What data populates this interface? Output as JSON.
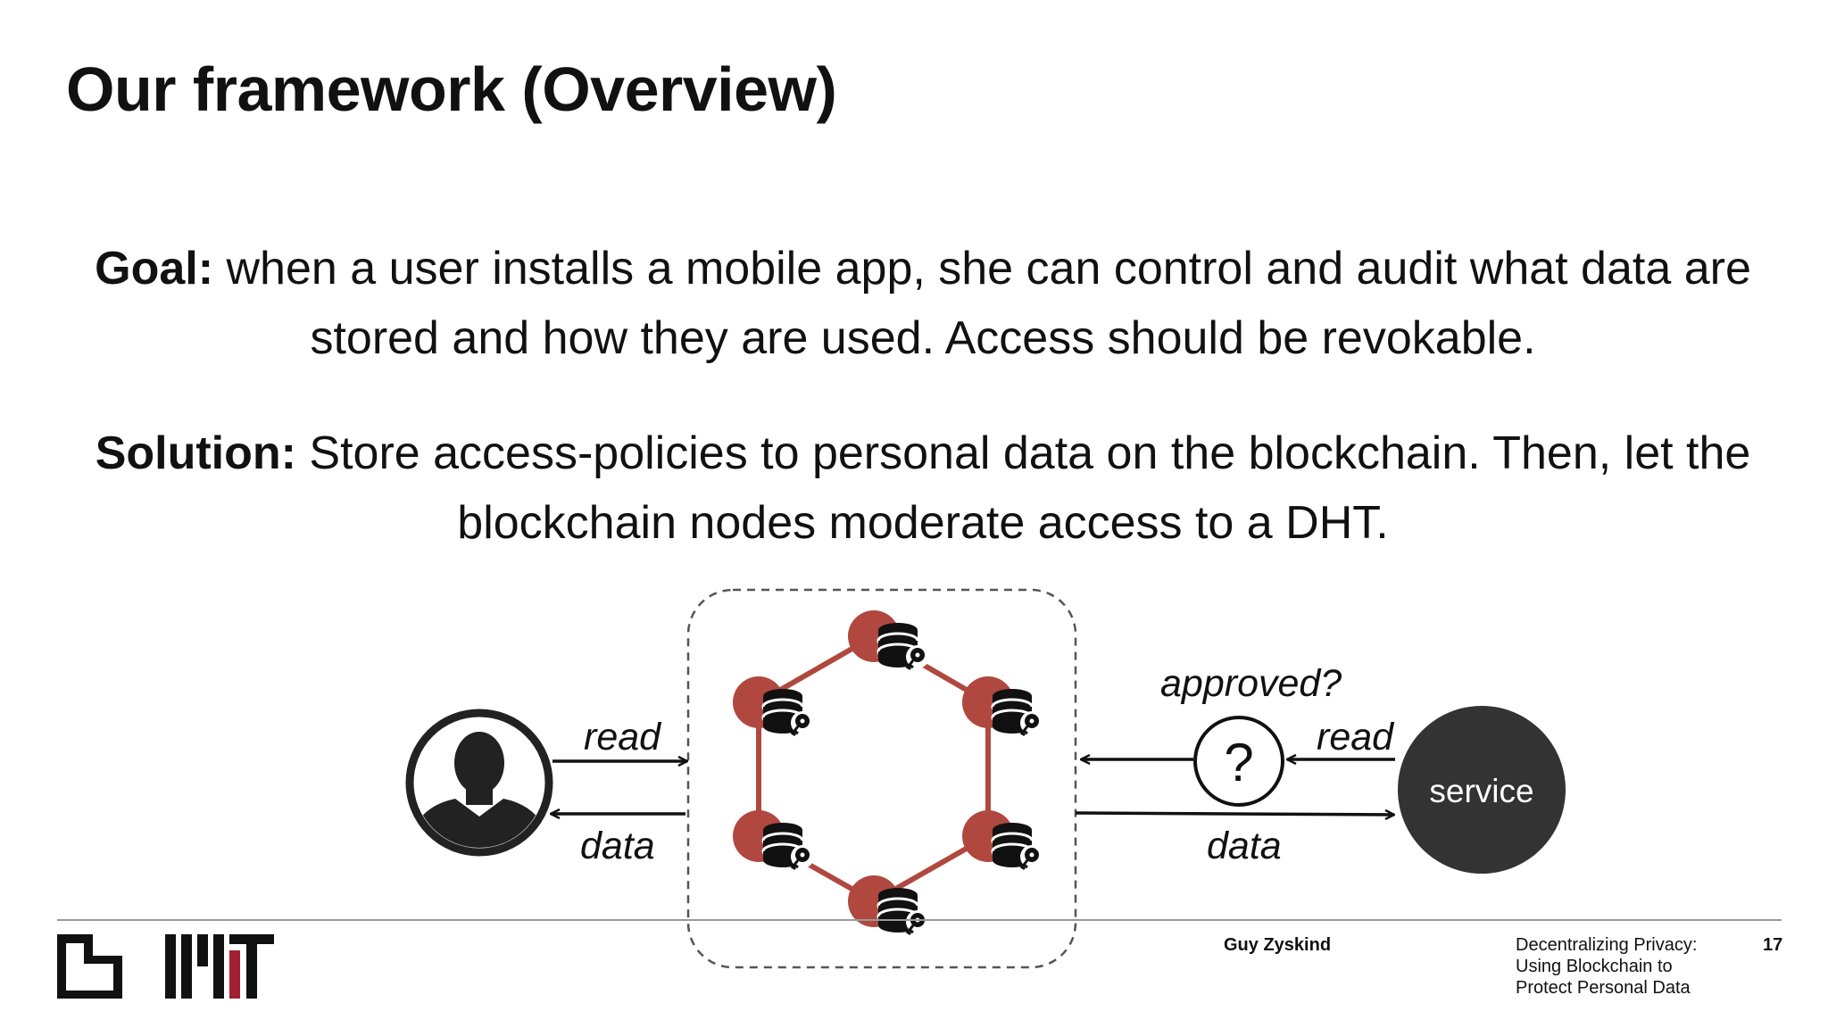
{
  "slide": {
    "title": "Our framework (Overview)",
    "goal_label": "Goal:",
    "goal_text": " when a user installs a mobile app, she can control and audit what data are stored and how they are used. Access should be revokable.",
    "solution_label": "Solution:",
    "solution_text": " Store access-policies to personal data on the blockchain. Then, let the blockchain nodes moderate access to a DHT."
  },
  "diagram": {
    "left_read": "read",
    "left_data": "data",
    "approved": "approved?",
    "question_mark": "?",
    "right_read": "read",
    "right_data": "data",
    "service": "service",
    "node_color": "#b0483f",
    "dark_color": "#222222"
  },
  "footer": {
    "author": "Guy Zyskind",
    "paper_title": "Decentralizing Privacy:\nUsing Blockchain to\nProtect Personal Data",
    "page_number": "17",
    "mit_red": "#a31f34"
  }
}
